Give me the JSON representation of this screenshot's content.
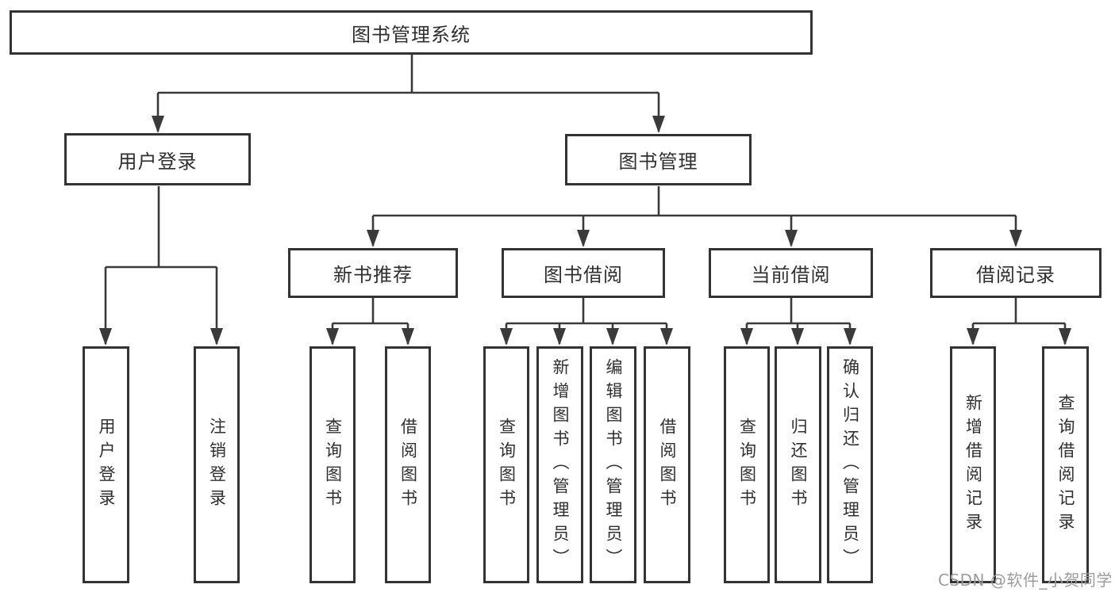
{
  "tree": {
    "label": "图书管理系统",
    "children": [
      {
        "label": "用户登录",
        "children": [
          {
            "label": "用户登录"
          },
          {
            "label": "注销登录"
          }
        ]
      },
      {
        "label": "图书管理",
        "children": [
          {
            "label": "新书推荐",
            "children": [
              {
                "label": "查询图书"
              },
              {
                "label": "借阅图书"
              }
            ]
          },
          {
            "label": "图书借阅",
            "children": [
              {
                "label": "查询图书"
              },
              {
                "label": "新增图书（管理员）"
              },
              {
                "label": "编辑图书（管理员）"
              },
              {
                "label": "借阅图书"
              }
            ]
          },
          {
            "label": "当前借阅",
            "children": [
              {
                "label": "查询图书"
              },
              {
                "label": "归还图书"
              },
              {
                "label": "确认归还（管理员）"
              }
            ]
          },
          {
            "label": "借阅记录",
            "children": [
              {
                "label": "新增借阅记录"
              },
              {
                "label": "查询借阅记录"
              }
            ]
          }
        ]
      }
    ]
  },
  "watermark": "CSDN @软件_小贺同学",
  "colors": {
    "line": "#3a3a3a",
    "box_border": "#333333",
    "box_fill": "#ffffff",
    "text": "#2f2f2f",
    "watermark": "#9c9c9c",
    "background": "#ffffff"
  }
}
